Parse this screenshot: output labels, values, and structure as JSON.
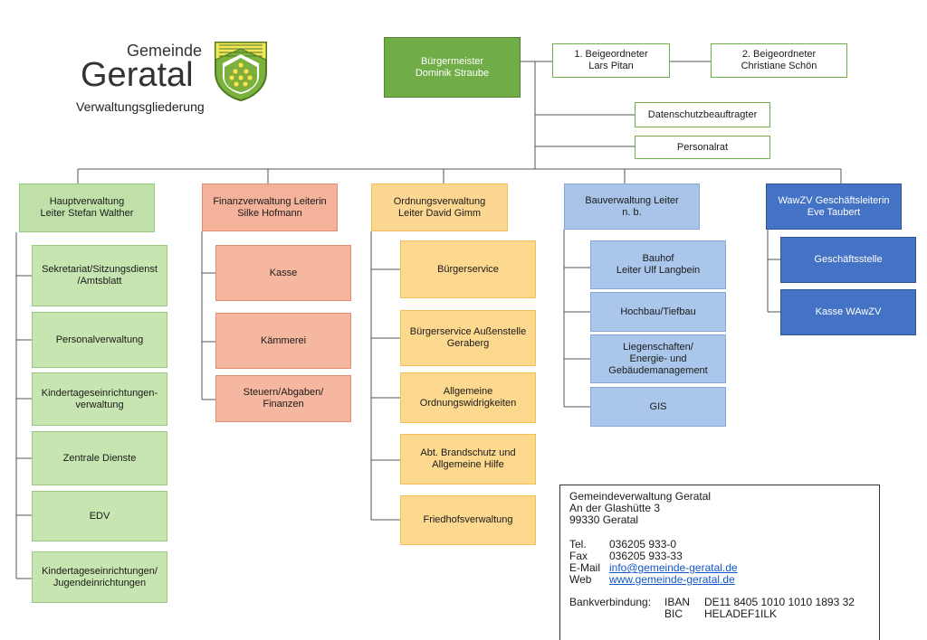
{
  "header": {
    "logo_small": "Gemeinde",
    "logo_big": "Geratal",
    "subtitle": "Verwaltungsgliederung"
  },
  "top": {
    "mayor": "Bürgermeister\nDominik Straube",
    "deputy1": "1. Beigeordneter\nLars Pitan",
    "deputy2": "2. Beigeordneter\nChristiane Schön",
    "privacy": "Datenschutzbeauftragter",
    "council": "Personalrat"
  },
  "departments": [
    {
      "head": "Hauptverwaltung\nLeiter Stefan Walther",
      "units": [
        "Sekretariat/Sitzungsdienst\n/Amtsblatt",
        "Personalverwaltung",
        "Kindertageseinrichtungen-\nverwaltung",
        "Zentrale Dienste",
        "EDV",
        "Kindertageseinrichtungen/\nJugendeinrichtungen"
      ]
    },
    {
      "head": "Finanzverwaltung Leiterin\nSilke Hofmann",
      "units": [
        "Kasse",
        "Kämmerei",
        "Steuern/Abgaben/\nFinanzen"
      ]
    },
    {
      "head": "Ordnungsverwaltung\nLeiter David Gimm",
      "units": [
        "Bürgerservice",
        "Bürgerservice Außenstelle\nGeraberg",
        "Allgemeine\nOrdnungswidrigkeiten",
        "Abt. Brandschutz und\nAllgemeine Hilfe",
        "Friedhofsverwaltung"
      ]
    },
    {
      "head": "Bauverwaltung Leiter\nn. b.",
      "units": [
        "Bauhof\nLeiter Ulf Langbein",
        "Hochbau/Tiefbau",
        "Liegenschaften/\nEnergie- und\nGebäudemanagement",
        "GIS"
      ]
    },
    {
      "head": "WawZV Geschäftsleiterin\nEve Taubert",
      "units": [
        "Geschäftsstelle",
        "Kasse WAwZV"
      ]
    }
  ],
  "contact": {
    "name": "Gemeindeverwaltung Geratal",
    "street": "An der Glashütte 3",
    "city": "99330 Geratal",
    "tel_label": "Tel.",
    "tel": "036205 933-0",
    "fax_label": "Fax",
    "fax": "036205 933-33",
    "email_label": "E-Mail",
    "email": "info@gemeinde-geratal.de",
    "web_label": "Web",
    "web": "www.gemeinde-geratal.de",
    "bank_label": "Bankverbindung:",
    "iban_label": "IBAN",
    "iban": "DE11 8405 1010 1010 1893 32",
    "bic_label": "BIC",
    "bic": "HELADEF1ILK"
  },
  "colors": {
    "mayor": "#70ad47",
    "green": "#c6e5b0",
    "red": "#f5b7a0",
    "orange": "#fdd88f",
    "blue": "#aac6ea",
    "navy": "#4472c4"
  }
}
